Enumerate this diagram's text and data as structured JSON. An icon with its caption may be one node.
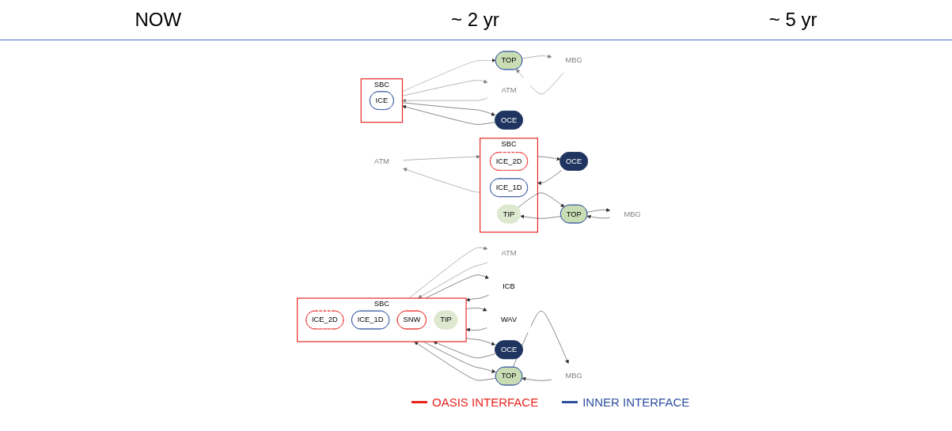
{
  "diagram": {
    "nodes": [
      {
        "text": [
          "ATM"
        ]
      },
      {
        "text": [
          "SBC"
        ]
      },
      {
        "text": [
          "ICE"
        ],
        "in": 1
      },
      {
        "text": [
          "OCE"
        ]
      },
      {
        "text": [
          "TOP"
        ]
      },
      {
        "text": [
          "MBG"
        ]
      },
      {
        "text": [
          "ATM"
        ]
      },
      {
        "text": [
          "SBC"
        ]
      },
      {
        "text": [
          "ICE_2D"
        ],
        "in": 7
      },
      {
        "text": [
          "ICE_1D"
        ],
        "in": 7
      },
      {
        "text": [
          "TIP"
        ],
        "in": 7
      },
      {
        "text": [
          "OCE"
        ]
      },
      {
        "text": [
          "TOP"
        ]
      },
      {
        "text": [
          "MBG"
        ]
      },
      {
        "text": [
          "ATM"
        ]
      },
      {
        "text": [
          "ICB"
        ]
      },
      {
        "text": [
          "WAV"
        ]
      },
      {
        "text": [
          "SBC"
        ]
      },
      {
        "text": [
          "ICE_2D"
        ],
        "in": 17
      },
      {
        "text": [
          "ICE_1D"
        ],
        "in": 17
      },
      {
        "text": [
          "SNW"
        ],
        "in": 17
      },
      {
        "text": [
          "TIP"
        ],
        "in": 17
      },
      {
        "text": [
          "OCE"
        ]
      },
      {
        "text": [
          "TOP"
        ]
      },
      {
        "text": [
          "MBG"
        ]
      }
    ],
    "edges": [
      {
        "from": 1,
        "to": 0,
        "arrow": "to",
        "color": "#808080"
      },
      {
        "from": 0,
        "to": 1,
        "arrow": "to",
        "color": "#808080"
      },
      {
        "from": 3,
        "to": 1,
        "arrow": "to"
      },
      {
        "from": 1,
        "to": 3,
        "arrow": "to"
      },
      {
        "from": 1,
        "to": 4,
        "arrow": "to",
        "style": "dashed"
      },
      {
        "from": 5,
        "to": 4,
        "arrow": "to",
        "color": "#808080"
      },
      {
        "from": 4,
        "to": 5,
        "arrow": "to",
        "color": "#808080"
      },
      {
        "from": 7,
        "to": 6,
        "arrow": "to",
        "color": "#808080"
      },
      {
        "from": 6,
        "to": 7,
        "arrow": "to",
        "color": "#808080"
      },
      {
        "from": 11,
        "to": 7,
        "arrow": "to"
      },
      {
        "from": 7,
        "to": 11,
        "arrow": "to"
      },
      {
        "from": 12,
        "to": 10,
        "arrow": "to"
      },
      {
        "from": 10,
        "to": 12,
        "arrow": "to"
      },
      {
        "from": 13,
        "to": 12,
        "arrow": "to"
      },
      {
        "from": 12,
        "to": 13,
        "arrow": "to"
      },
      {
        "from": 17,
        "to": 14,
        "arrow": "to",
        "color": "#808080"
      },
      {
        "from": 14,
        "to": 17,
        "arrow": "to",
        "color": "#808080"
      },
      {
        "from": 15,
        "to": 17,
        "arrow": "to"
      },
      {
        "from": 17,
        "to": 15,
        "arrow": "to"
      },
      {
        "from": 16,
        "to": 17,
        "arrow": "to"
      },
      {
        "from": 17,
        "to": 16,
        "arrow": "to"
      },
      {
        "from": 22,
        "to": 17,
        "arrow": "to"
      },
      {
        "from": 17,
        "to": 22,
        "arrow": "to"
      },
      {
        "from": 23,
        "to": 17,
        "arrow": "to"
      },
      {
        "from": 17,
        "to": 23,
        "arrow": "to"
      },
      {
        "from": 24,
        "to": 23,
        "arrow": "to"
      },
      {
        "from": 23,
        "to": 24,
        "arrow": "to"
      }
    ],
    "labels": [
      "NOW",
      "~ 2 yr",
      "~ 5 yr"
    ],
    "legend": [
      {
        "text": "OASIS INTERFACE",
        "color": "#e8231e"
      },
      {
        "text": "INNER INTERFACE",
        "color": "#2f4f9f"
      }
    ]
  }
}
